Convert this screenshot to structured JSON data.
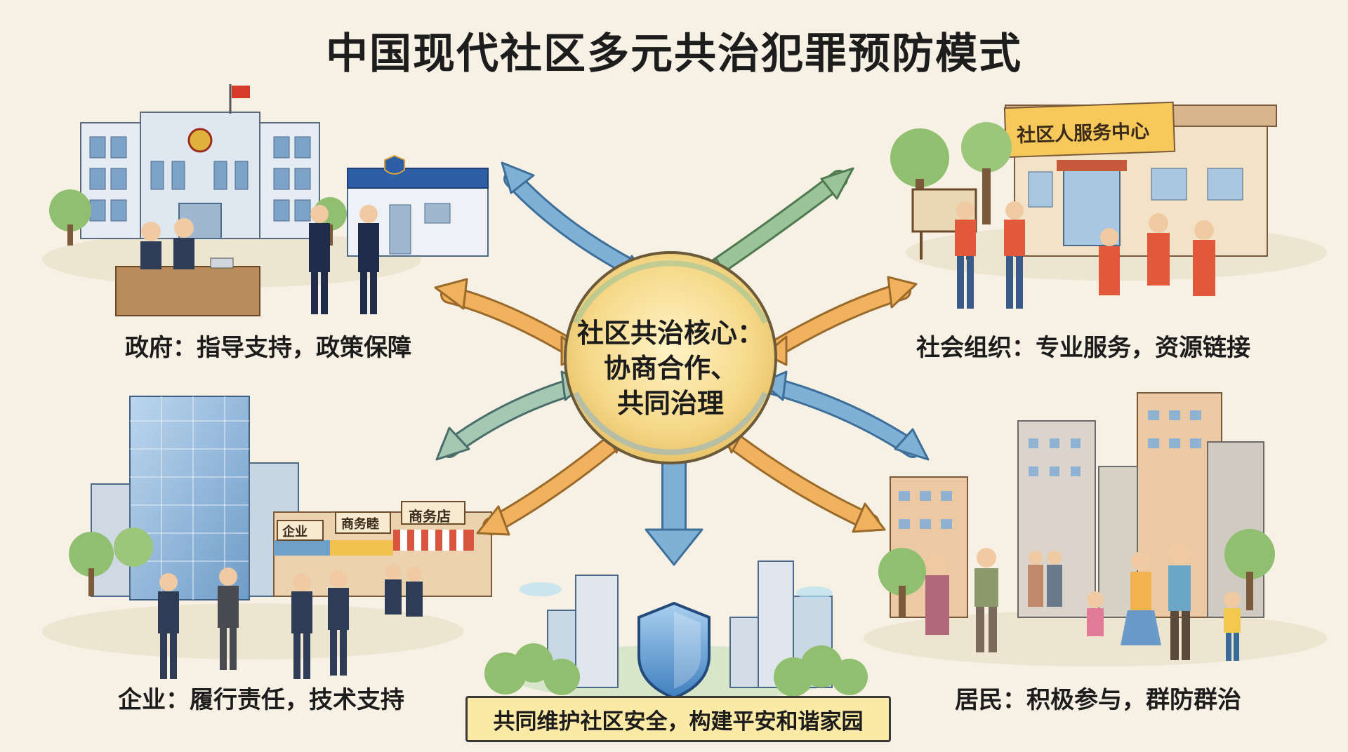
{
  "title": "中国现代社区多元共治犯罪预防模式",
  "core": {
    "line1": "社区共治核心：",
    "line2": "协商合作、",
    "line3": "共同治理"
  },
  "quadrants": {
    "government": {
      "caption": "政府：指导支持，政策保障"
    },
    "social_org": {
      "caption": "社会组织：专业服务，资源链接",
      "sign": "社区人服务中心"
    },
    "enterprise": {
      "caption": "企业：履行责任，技术支持",
      "signs": [
        "企业",
        "商务睦",
        "商务店"
      ]
    },
    "residents": {
      "caption": "居民：积极参与，群防群治"
    }
  },
  "banner": "共同维护社区安全，构建平安和谐家园",
  "colors": {
    "background": "#f6f1e4",
    "arrow_blue": "#7fb1d6",
    "arrow_orange": "#f0b25e",
    "arrow_green": "#9cc49a",
    "core_fill": "#f6d98a",
    "banner_fill": "#fbe9a6"
  },
  "icons": [
    "flag-icon",
    "emblem-icon",
    "police-badge-icon",
    "shield-icon"
  ]
}
